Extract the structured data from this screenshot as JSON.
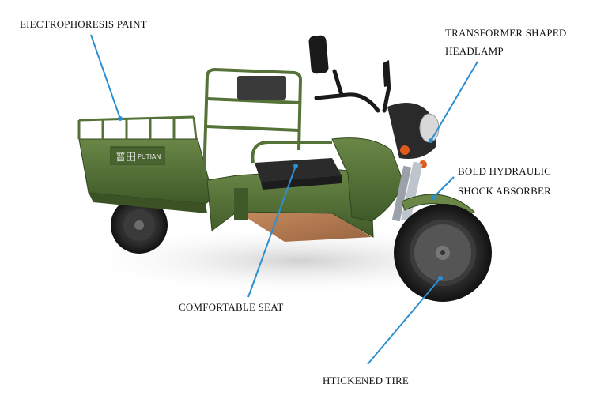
{
  "callouts": {
    "paint": "EIECTROPHORESIS PAINT",
    "headlamp_line1": "TRANSFORMER SHAPED",
    "headlamp_line2": "HEADLAMP",
    "shock_line1": "BOLD HYDRAULIC",
    "shock_line2": "SHOCK ABSORBER",
    "seat": "COMFORTABLE SEAT",
    "tire": "HTICKENED TIRE"
  },
  "logo": {
    "text": "普田",
    "subtext": "PUTIAN"
  },
  "colors": {
    "body_green": "#4f6b33",
    "leader_blue": "#2b8fd1",
    "tire_black": "#1e1e1e",
    "seat_black": "#2a2a2a",
    "floor_brown": "#b07a4f"
  }
}
